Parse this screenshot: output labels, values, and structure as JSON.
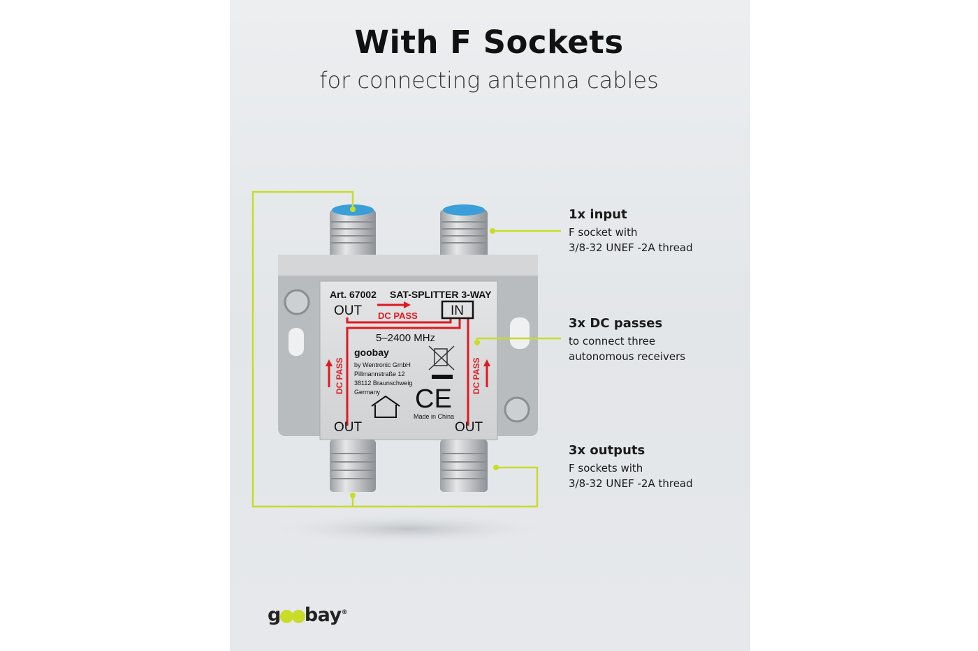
{
  "header": {
    "title": "With F Sockets",
    "subtitle": "for connecting antenna cables"
  },
  "callouts": [
    {
      "heading": "1x input",
      "lines": [
        "F socket with",
        "3/8-32 UNEF -2A thread"
      ]
    },
    {
      "heading": "3x DC passes",
      "lines": [
        "to connect three",
        "autonomous receivers"
      ]
    },
    {
      "heading": "3x outputs",
      "lines": [
        "F sockets with",
        "3/8-32 UNEF -2A thread"
      ]
    }
  ],
  "device_label": {
    "article": "Art. 67002",
    "model": "SAT-SPLITTER 3-WAY",
    "out": "OUT",
    "in": "IN",
    "dc_pass": "DC PASS",
    "frequency": "5–2400 MHz",
    "brand": "goobay",
    "manufacturer": [
      "by Wentronic GmbH",
      "Pillmannstraße 12",
      "38112 Braunschweig",
      "Germany"
    ],
    "ce": "CE",
    "origin": "Made in China"
  },
  "logo": {
    "text": "goobay"
  },
  "colors": {
    "accent": "#c8dc28",
    "label_red": "#e0181f"
  }
}
